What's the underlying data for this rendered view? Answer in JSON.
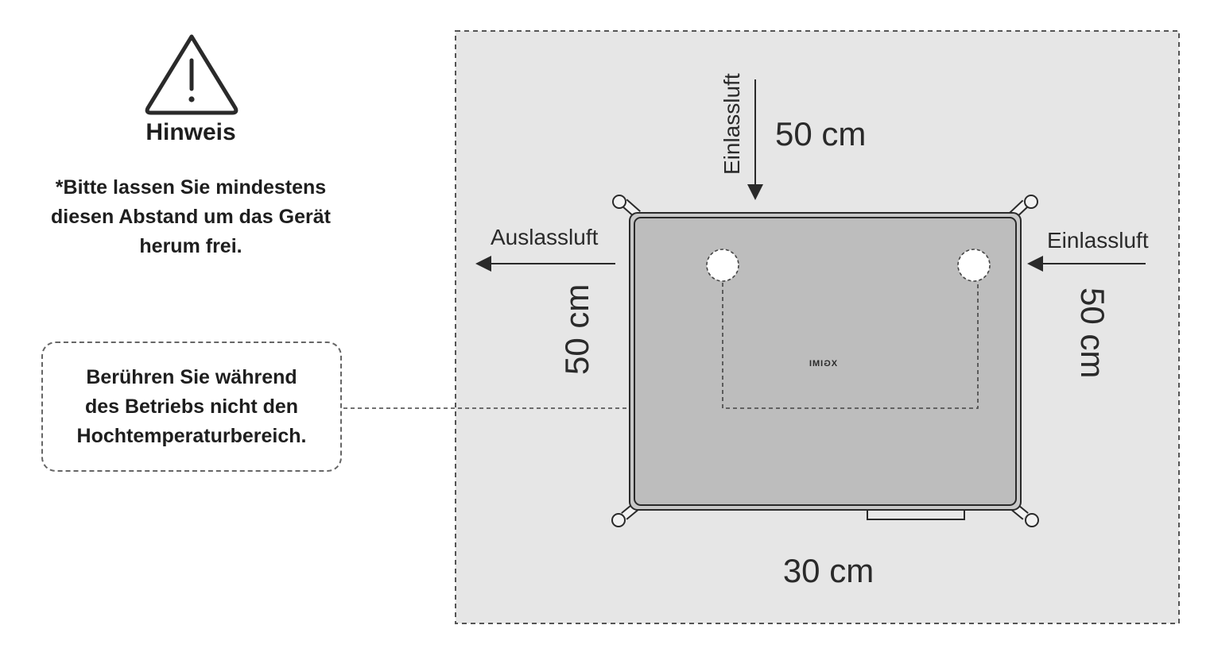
{
  "notice": {
    "icon": "warning-triangle-icon",
    "title": "Hinweis",
    "text": "*Bitte lassen Sie mindestens\ndiesen Abstand um das Gerät\nherum frei."
  },
  "hot_zone_note": "Berühren Sie während\ndes Betriebs nicht den\nHochtemperaturbereich.",
  "diagram": {
    "top_flow_label": "Einlassluft",
    "top_distance": "50 cm",
    "left_flow_label": "Auslassluft",
    "left_distance": "50 cm",
    "right_flow_label": "Einlassluft",
    "right_distance": "50 cm",
    "bottom_distance": "30 cm",
    "device_logo": "XGIMI",
    "colors": {
      "zone_fill": "#e6e6e6",
      "device_fill": "#bdbdbd",
      "line": "#2a2a2a"
    }
  }
}
